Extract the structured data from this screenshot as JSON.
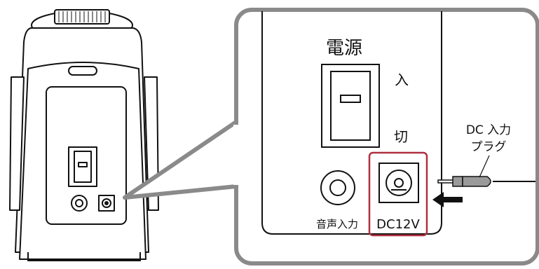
{
  "labels": {
    "power": "電源",
    "on": "入",
    "off": "切",
    "audio_input": "音声入力",
    "dc12v": "DC12V",
    "dc_plug_line1": "DC 入力",
    "dc_plug_line2": "プラグ"
  },
  "colors": {
    "callout_border": "#8a8a8a",
    "highlight": "#b0303f",
    "plug_body": "#9a9a9a",
    "arrow": "#111111"
  },
  "icons": [
    "power-switch-icon",
    "audio-jack-icon",
    "dc-jack-icon",
    "insert-arrow-icon",
    "dc-plug-icon"
  ]
}
